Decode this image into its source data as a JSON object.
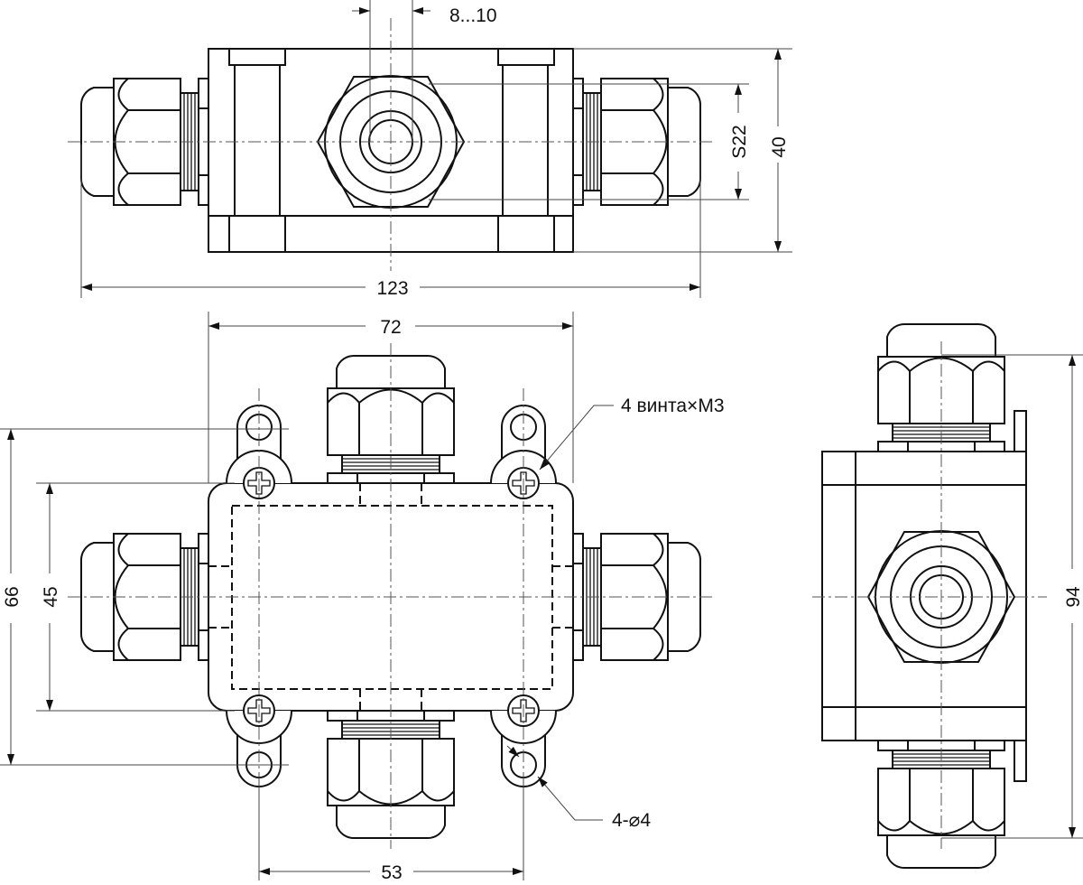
{
  "dimensions": {
    "cable_diameter": "8...10",
    "nut_size": "S22",
    "height_top_view": "40",
    "overall_length": "123",
    "body_width": "72",
    "mount_height_outer": "66",
    "screw_spacing": "45",
    "overall_height_side": "94",
    "hole_spacing": "53"
  },
  "callouts": {
    "screws": "4 винта×М3",
    "holes": "4-⌀4"
  }
}
